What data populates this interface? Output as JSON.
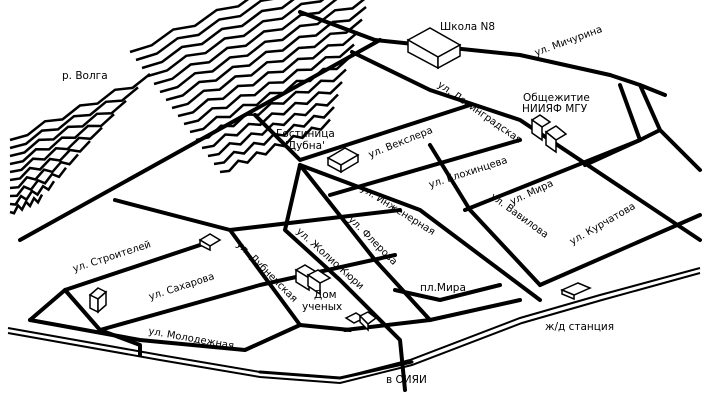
{
  "map": {
    "river": {
      "name": "р. Волга",
      "color": "#000000"
    },
    "landmarks": {
      "school": "Школа N8",
      "dormitory_line1": "Общежитие",
      "dormitory_line2": "НИИЯФ МГУ",
      "hotel_line1": "Гостиница",
      "hotel_line2": "'Дубна'",
      "scientists_house_line1": "Дом",
      "scientists_house_line2": "ученых",
      "railway_station": "ж/д станция",
      "to_jinr": "в ОИЯИ"
    },
    "streets": {
      "michurina": "ул. Мичурина",
      "leningradskaya": "ул. Ленинградская",
      "vekslera": "ул. Векслера",
      "blokhintseva": "ул. Блохинцева",
      "mira": "ул. Мира",
      "inzhenernaya": "ул. Инженерная",
      "vavilova": "ул. Вавилова",
      "kurchatova": "ул. Курчатова",
      "stroiteley": "ул. Строителей",
      "dubnenskaya": "ул. Дубненская",
      "zholio_kyuri": "ул. Жолио-Кюри",
      "flerova": "ул. Флерова",
      "sakharova": "ул. Сахарова",
      "molodezhnaya": "ул. Молодежная",
      "pl_mira": "пл.Мира"
    },
    "icons": {
      "school": "building-icon",
      "dormitory": "building-icon",
      "hotel": "building-icon",
      "scientists_house": "building-icon",
      "station": "train-icon"
    }
  }
}
